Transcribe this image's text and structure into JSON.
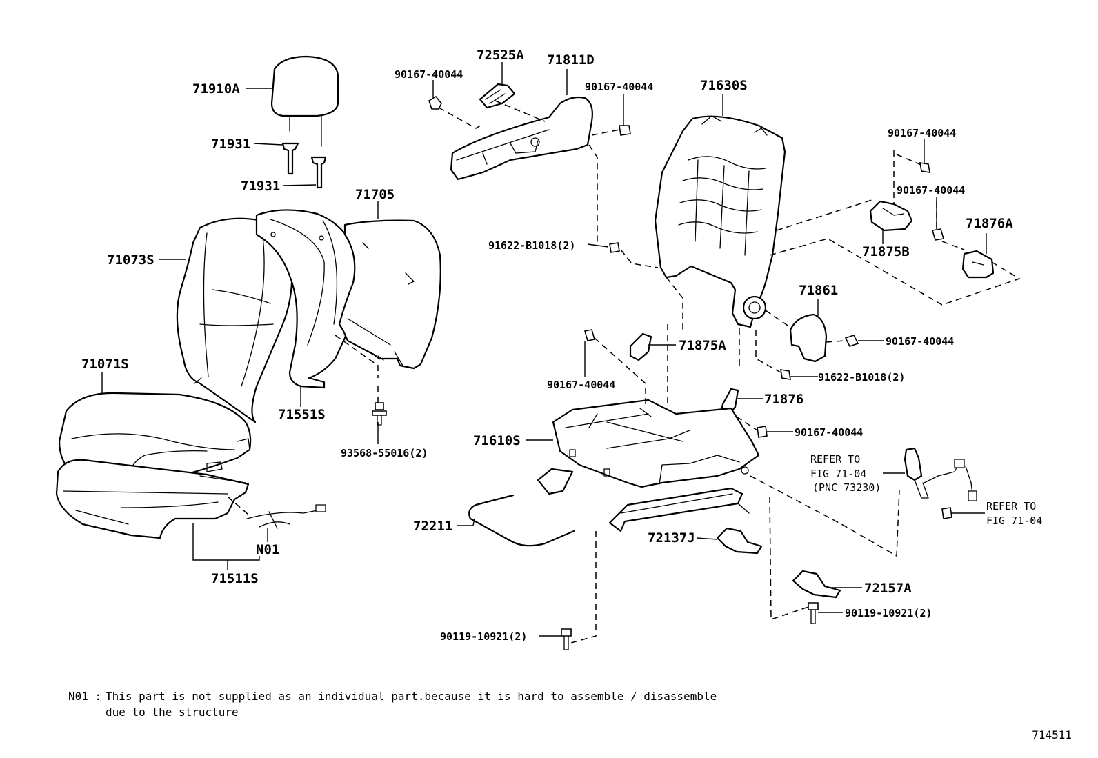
{
  "labels": {
    "p71910A": "71910A",
    "p71931a": "71931",
    "p71931b": "71931",
    "p71705": "71705",
    "p71073S": "71073S",
    "p71071S": "71071S",
    "p71551S": "71551S",
    "p93568": "93568-55016(2)",
    "pN01": "N01",
    "p71511S": "71511S",
    "p90167_a": "90167-40044",
    "p72525A": "72525A",
    "p71811D": "71811D",
    "p90167_b": "90167-40044",
    "p71630S": "71630S",
    "p91622_a": "91622-B1018(2)",
    "p71875A": "71875A",
    "p90167_c": "90167-40044",
    "p71861": "71861",
    "p90167_d": "90167-40044",
    "p91622_b": "91622-B1018(2)",
    "p90167_e": "90167-40044",
    "p90167_f": "90167-40044",
    "p71875B": "71875B",
    "p71876A": "71876A",
    "p71876": "71876",
    "p90167_g": "90167-40044",
    "p71610S": "71610S",
    "p72211": "72211",
    "p72137J": "72137J",
    "p72157A": "72157A",
    "p90119_a": "90119-10921(2)",
    "p90119_b": "90119-10921(2)"
  },
  "references": {
    "ref1_line1": "REFER TO",
    "ref1_line2": "FIG 71-04",
    "ref1_line3": "(PNC 73230)",
    "ref2_line1": "REFER TO",
    "ref2_line2": "FIG 71-04"
  },
  "footnote": {
    "code": "N01 :",
    "line1": "This part is not supplied as an individual part.because it is hard to assemble / disassemble",
    "line2": "due to the structure"
  },
  "figure_number": "714511"
}
